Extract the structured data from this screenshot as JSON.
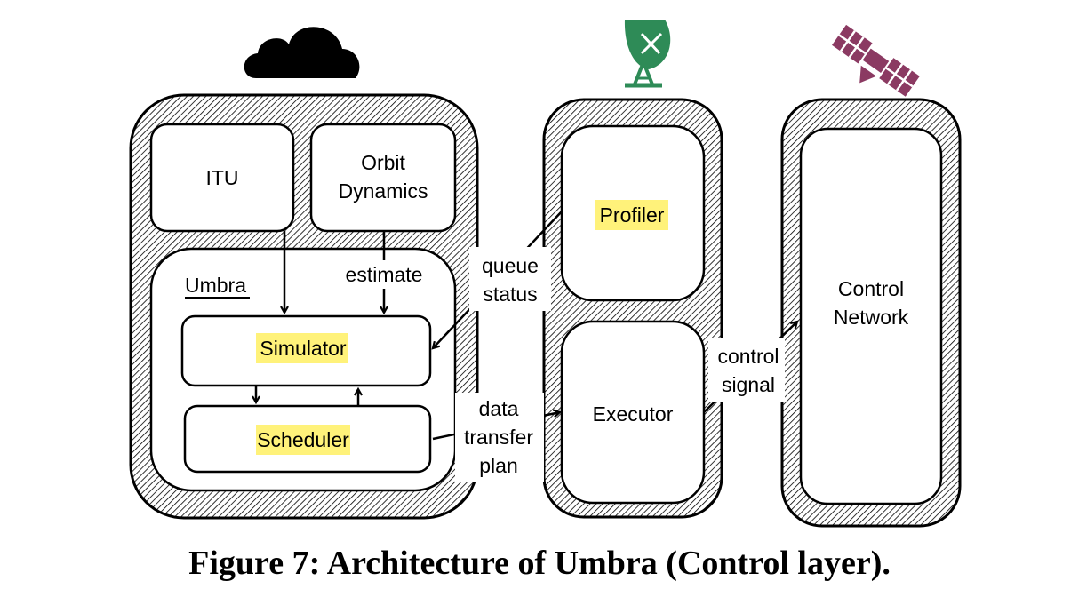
{
  "labels": {
    "itu": "ITU",
    "orbit_line1": "Orbit",
    "orbit_line2": "Dynamics",
    "umbra": "Umbra",
    "estimate": "estimate",
    "simulator": "Simulator",
    "scheduler": "Scheduler",
    "queue_line1": "queue",
    "queue_line2": "status",
    "data_line1": "data",
    "data_line2": "transfer",
    "data_line3": "plan",
    "profiler": "Profiler",
    "executor": "Executor",
    "control_line1": "control",
    "control_line2": "signal",
    "network_line1": "Control",
    "network_line2": "Network"
  },
  "icons": {
    "cloud": "cloud-icon",
    "ground_station": "satellite-dish-icon",
    "satellite": "satellite-icon"
  },
  "colors": {
    "highlight": "#fff27a",
    "dish": "#2e8b57",
    "satellite": "#8b3a62"
  },
  "caption": "Figure 7: Architecture of Umbra (Control layer)."
}
